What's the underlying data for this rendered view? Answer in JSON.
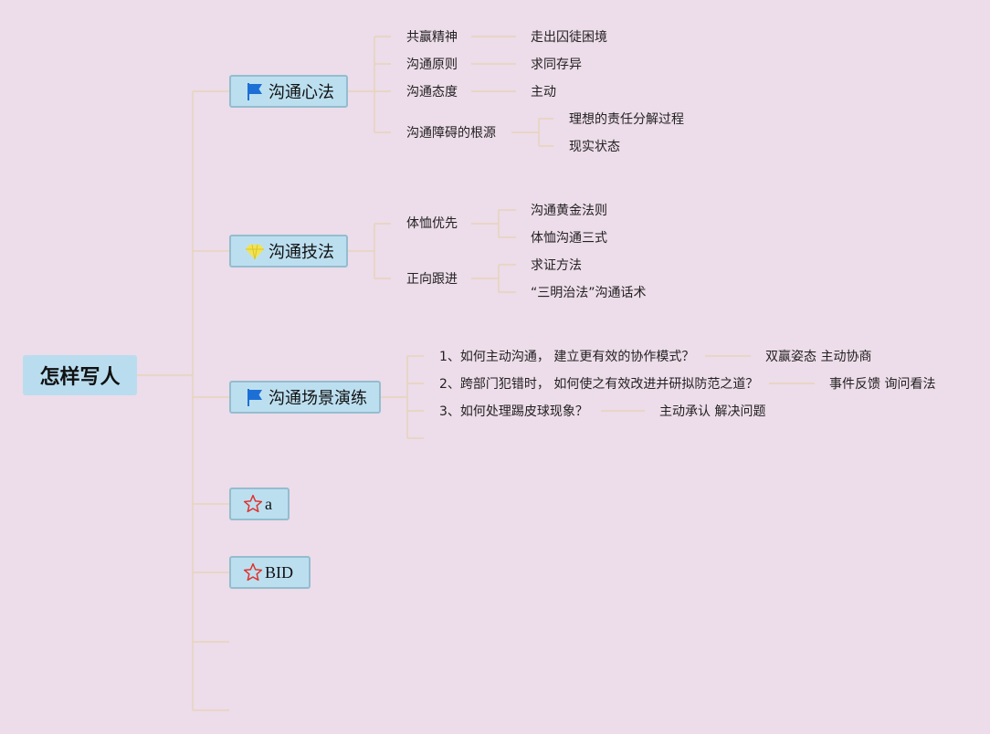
{
  "root": {
    "label": "怎样写人"
  },
  "branches": [
    {
      "label": "沟通心法",
      "icon": "flag-icon",
      "children": [
        {
          "label": "共赢精神",
          "children": [
            {
              "label": "走出囚徒困境"
            }
          ]
        },
        {
          "label": "沟通原则",
          "children": [
            {
              "label": "求同存异"
            }
          ]
        },
        {
          "label": "沟通态度",
          "children": [
            {
              "label": "主动"
            }
          ]
        },
        {
          "label": "沟通障碍的根源",
          "children": [
            {
              "label": "理想的责任分解过程"
            },
            {
              "label": "现实状态"
            }
          ]
        }
      ]
    },
    {
      "label": "沟通技法",
      "icon": "gem-icon",
      "children": [
        {
          "label": "体恤优先",
          "children": [
            {
              "label": "沟通黄金法则"
            },
            {
              "label": "体恤沟通三式"
            }
          ]
        },
        {
          "label": "正向跟进",
          "children": [
            {
              "label": "求证方法"
            },
            {
              "label": "“三明治法”沟通话术"
            }
          ]
        }
      ]
    },
    {
      "label": "沟通场景演练",
      "icon": "flag-icon",
      "children": [
        {
          "label": "1、如何主动沟通， 建立更有效的协作模式？",
          "children": [
            {
              "label": "双赢姿态 主动协商"
            }
          ]
        },
        {
          "label": "2、跨部门犯错时， 如何使之有效改进并研拟防范之道？",
          "children": [
            {
              "label": "事件反馈 询问看法"
            }
          ]
        },
        {
          "label": "3、如何处理踢皮球现象？",
          "children": [
            {
              "label": "主动承认 解决问题"
            }
          ]
        },
        {
          "label": "",
          "children": []
        }
      ]
    },
    {
      "label": "a",
      "icon": "star-icon",
      "children": []
    },
    {
      "label": "BID",
      "icon": "star-icon",
      "children": []
    },
    {
      "label": "",
      "icon": "",
      "children": []
    },
    {
      "label": "",
      "icon": "",
      "children": []
    }
  ],
  "colors": {
    "background": "#eddce9",
    "root_fill": "#b9ddef",
    "branch_fill": "#bcdff0",
    "branch_border": "#93bdcf",
    "connector": "#e6d3b2",
    "flag": "#1d6fd6",
    "gem": "#f3e44e",
    "star": "#e0312b"
  }
}
